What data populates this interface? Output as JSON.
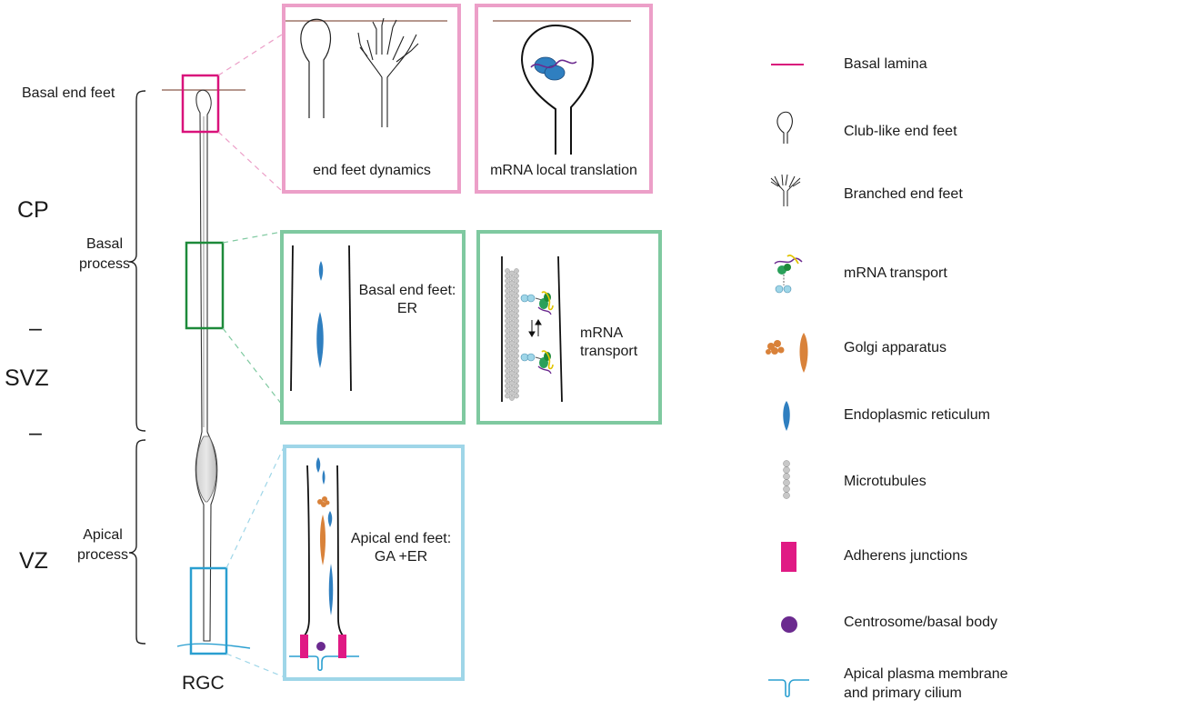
{
  "left": {
    "basal_end_feet": "Basal end feet",
    "zones": {
      "cp": "CP",
      "dash1": "–",
      "svz": "SVZ",
      "dash2": "–",
      "vz": "VZ"
    },
    "basal_process": [
      "Basal",
      "process"
    ],
    "apical_process": [
      "Apical",
      "process"
    ],
    "cell_label": "RGC"
  },
  "panels": {
    "end_feet_dynamics": "end feet dynamics",
    "mrna_local_translation": "mRNA local translation",
    "basal_er": [
      "Basal end feet:",
      "ER"
    ],
    "mrna_transport": [
      "mRNA",
      "transport"
    ],
    "apical_ga_er": [
      "Apical end feet:",
      "GA +ER"
    ]
  },
  "legend": [
    {
      "icon": "basal-lamina",
      "label": "Basal lamina"
    },
    {
      "icon": "club-end-foot",
      "label": "Club-like end feet"
    },
    {
      "icon": "branched-end-foot",
      "label": "Branched end feet"
    },
    {
      "icon": "mrna-transport",
      "label": "mRNA transport"
    },
    {
      "icon": "golgi",
      "label": "Golgi apparatus"
    },
    {
      "icon": "er",
      "label": "Endoplasmic reticulum"
    },
    {
      "icon": "microtubules",
      "label": "Microtubules"
    },
    {
      "icon": "adherens-junction",
      "label": "Adherens junctions"
    },
    {
      "icon": "centrosome",
      "label": "Centrosome/basal body"
    },
    {
      "icon": "apical-membrane",
      "label": [
        "Apical plasma membrane",
        "and primary cilium"
      ]
    }
  ],
  "colors": {
    "pink": "#ec9fc8",
    "magenta": "#d9127b",
    "green": "#7fc9a0",
    "dark_green": "#1d8a3a",
    "light_blue": "#9fd6e8",
    "blue": "#2a9fd0",
    "er_blue": "#2f7fc0",
    "golgi_orange": "#d9823a",
    "purple": "#6b2a8f",
    "lamina_brown": "#8a5a4a"
  }
}
